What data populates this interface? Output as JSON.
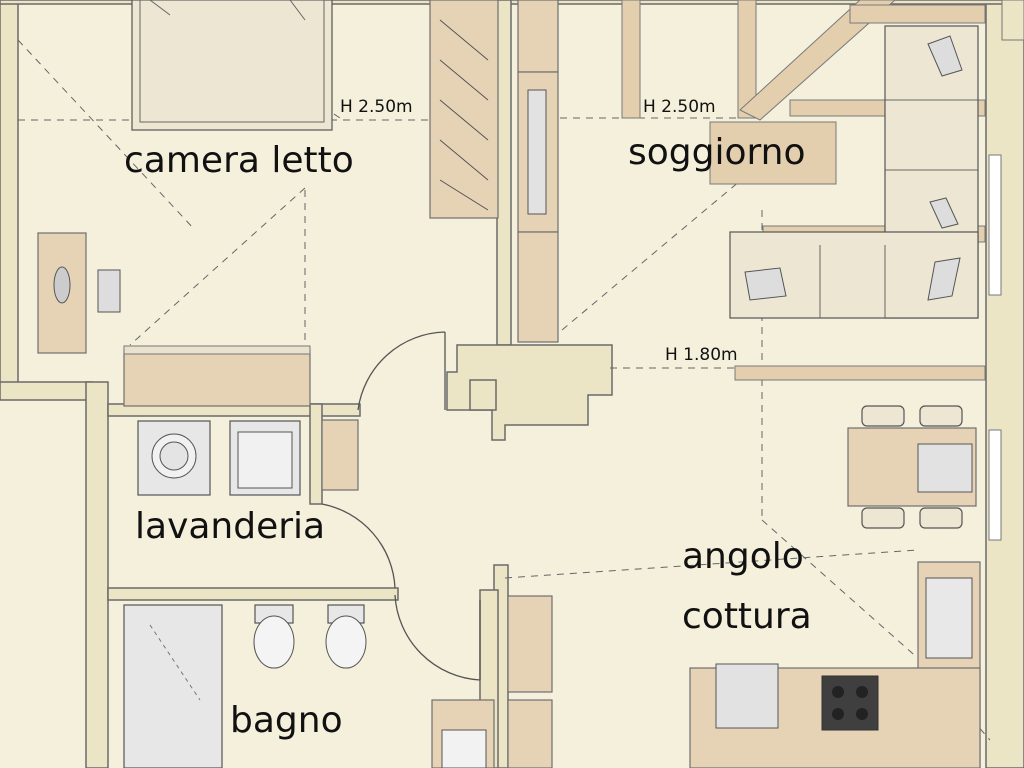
{
  "rooms": {
    "bedroom": "camera letto",
    "living": "soggiorno",
    "laundry": "lavanderia",
    "kitchen_line1": "angolo",
    "kitchen_line2": "cottura",
    "bathroom": "bagno"
  },
  "heights": {
    "bedroom": "H 2.50m",
    "living": "H 2.50m",
    "dining": "H 1.80m"
  },
  "colors": {
    "floor": "#f4f0dc",
    "wall": "#ebe4c5",
    "wood": "#e6d3b6",
    "line": "#555555"
  }
}
